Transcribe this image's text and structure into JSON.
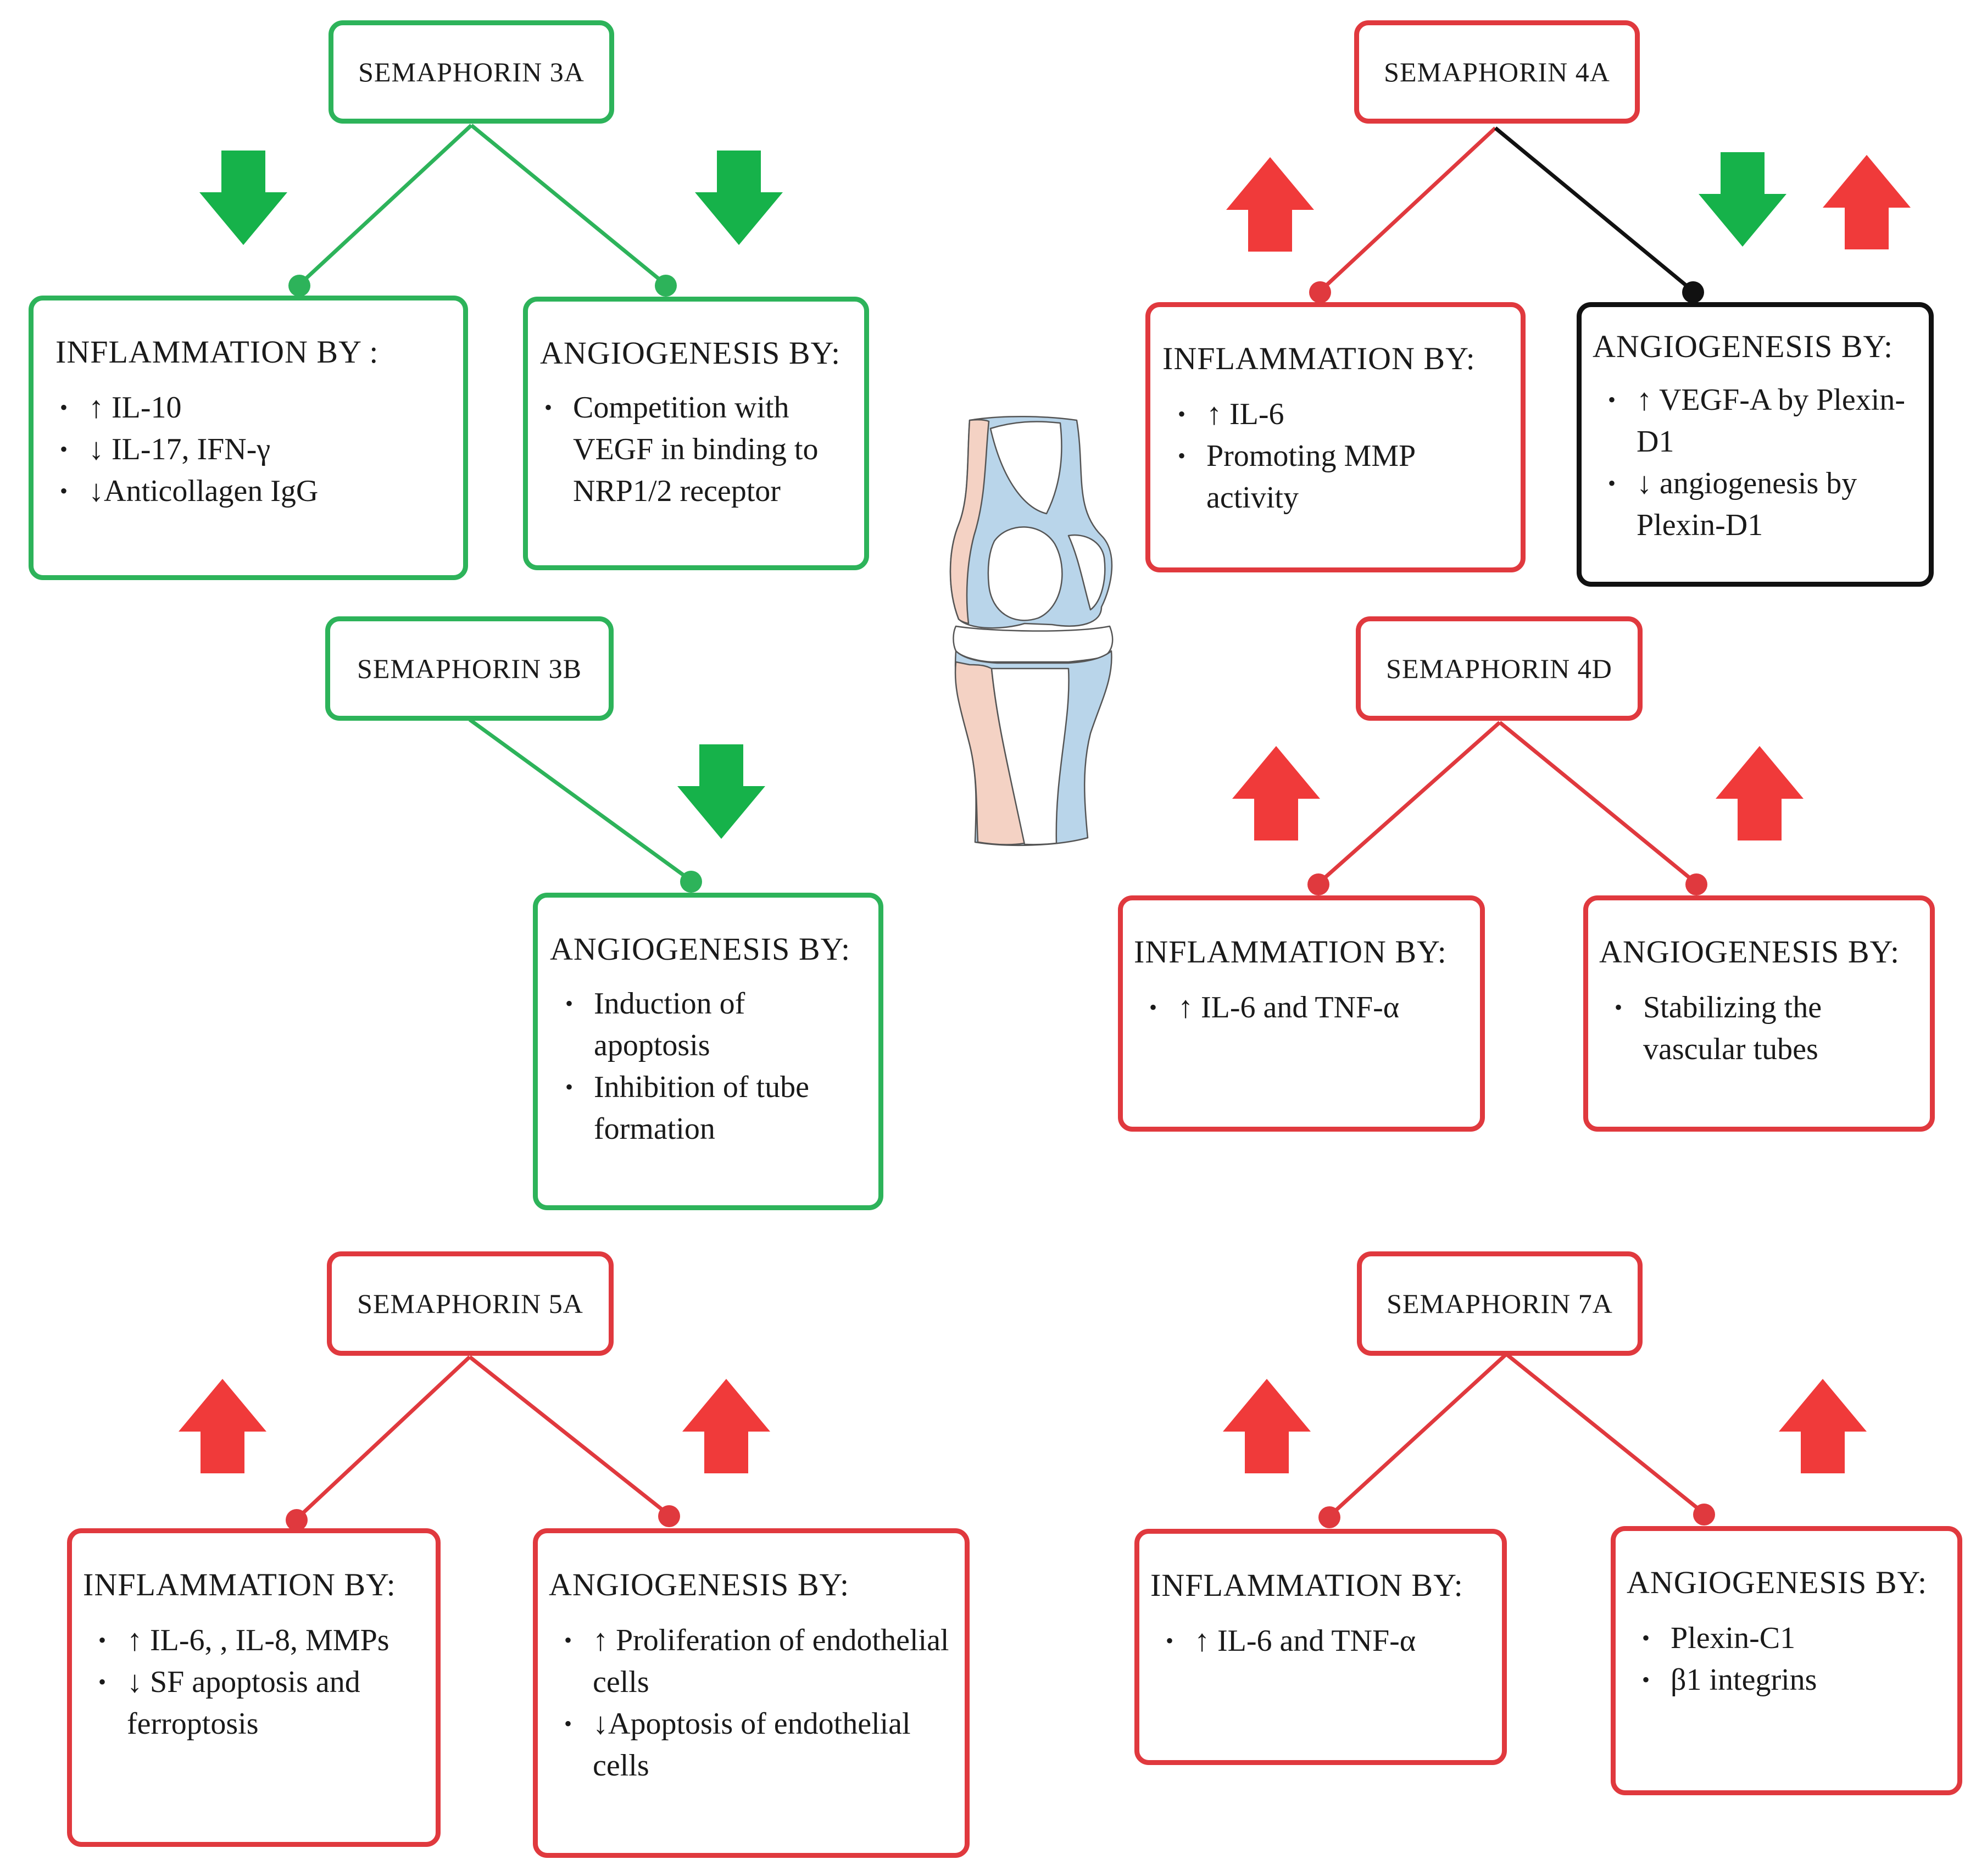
{
  "colors": {
    "positive": "#2db35a",
    "negative": "#e0393e",
    "mixed": "#111111",
    "arrow_down": "#16b24a",
    "arrow_up": "#f03a3a"
  },
  "sema3a": {
    "title": "SEMAPHORIN 3A",
    "inflammation": {
      "heading": "INFLAMMATION BY :",
      "items": [
        "↑ IL-10",
        "↓ IL-17, IFN-γ",
        "↓Anticollagen IgG"
      ]
    },
    "angiogenesis": {
      "heading": "ANGIOGENESIS BY:",
      "items": [
        "Competition with VEGF in binding to NRP1/2 receptor"
      ]
    }
  },
  "sema3b": {
    "title": "SEMAPHORIN 3B",
    "angiogenesis": {
      "heading": "ANGIOGENESIS BY:",
      "items": [
        "Induction of apoptosis",
        "Inhibition of tube formation"
      ]
    }
  },
  "sema4a": {
    "title": "SEMAPHORIN 4A",
    "inflammation": {
      "heading": "INFLAMMATION BY:",
      "items": [
        "↑ IL-6",
        "Promoting MMP activity"
      ]
    },
    "angiogenesis": {
      "heading": "ANGIOGENESIS BY:",
      "items": [
        "↑ VEGF-A by Plexin-D1",
        "↓ angiogenesis by Plexin-D1"
      ]
    }
  },
  "sema4d": {
    "title": "SEMAPHORIN 4D",
    "inflammation": {
      "heading": "INFLAMMATION BY:",
      "items": [
        "↑ IL-6 and TNF-α"
      ]
    },
    "angiogenesis": {
      "heading": "ANGIOGENESIS BY:",
      "items": [
        "Stabilizing the vascular tubes"
      ]
    }
  },
  "sema5a": {
    "title": "SEMAPHORIN 5A",
    "inflammation": {
      "heading": "INFLAMMATION BY:",
      "items": [
        "↑ IL-6, , IL-8, MMPs",
        "↓ SF apoptosis and ferroptosis"
      ]
    },
    "angiogenesis": {
      "heading": "ANGIOGENESIS BY:",
      "items": [
        "↑ Proliferation of endothelial cells",
        "↓Apoptosis of endothelial cells"
      ]
    }
  },
  "sema7a": {
    "title": "SEMAPHORIN 7A",
    "inflammation": {
      "heading": "INFLAMMATION BY:",
      "items": [
        "↑ IL-6 and TNF-α"
      ]
    },
    "angiogenesis": {
      "heading": "ANGIOGENESIS BY:",
      "items": [
        "Plexin-C1",
        "β1 integrins"
      ]
    }
  }
}
